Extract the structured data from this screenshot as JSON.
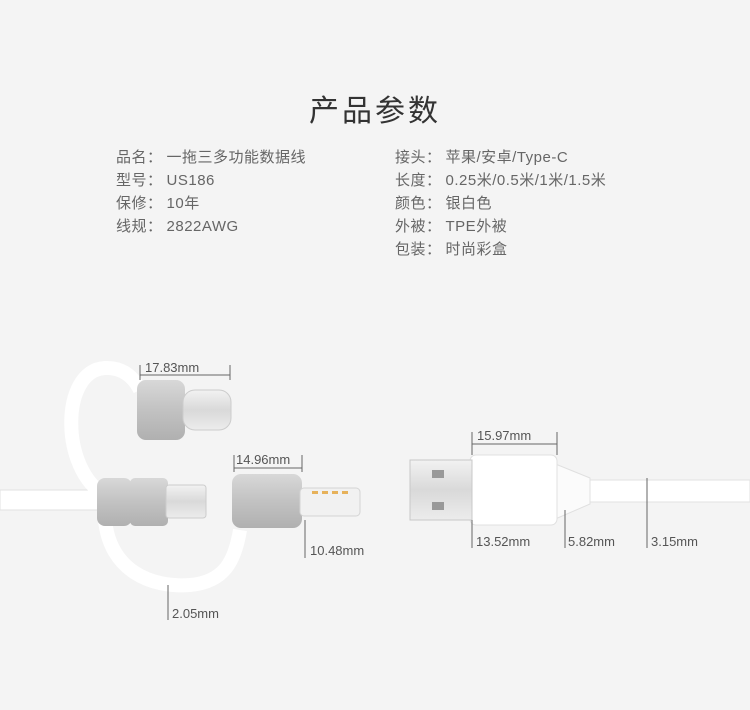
{
  "title": "产品参数",
  "specs_left": [
    {
      "label": "品名：",
      "value": "一拖三多功能数据线"
    },
    {
      "label": "型号：",
      "value": "US186"
    },
    {
      "label": "保修：",
      "value": "10年"
    },
    {
      "label": "线规：",
      "value": "2822AWG"
    }
  ],
  "specs_right": [
    {
      "label": "接头：",
      "value": "苹果/安卓/Type-C"
    },
    {
      "label": "长度：",
      "value": "0.25米/0.5米/1米/1.5米"
    },
    {
      "label": "颜色：",
      "value": "银白色"
    },
    {
      "label": "外被：",
      "value": "TPE外被"
    },
    {
      "label": "包装：",
      "value": "时尚彩盒"
    }
  ],
  "dimensions": {
    "typec_length": "17.83mm",
    "lightning_length": "14.96mm",
    "lightning_height": "10.48mm",
    "cable_small": "2.05mm",
    "usb_length": "15.97mm",
    "usb_height": "13.52mm",
    "strain_relief": "5.82mm",
    "cable_diameter": "3.15mm"
  }
}
